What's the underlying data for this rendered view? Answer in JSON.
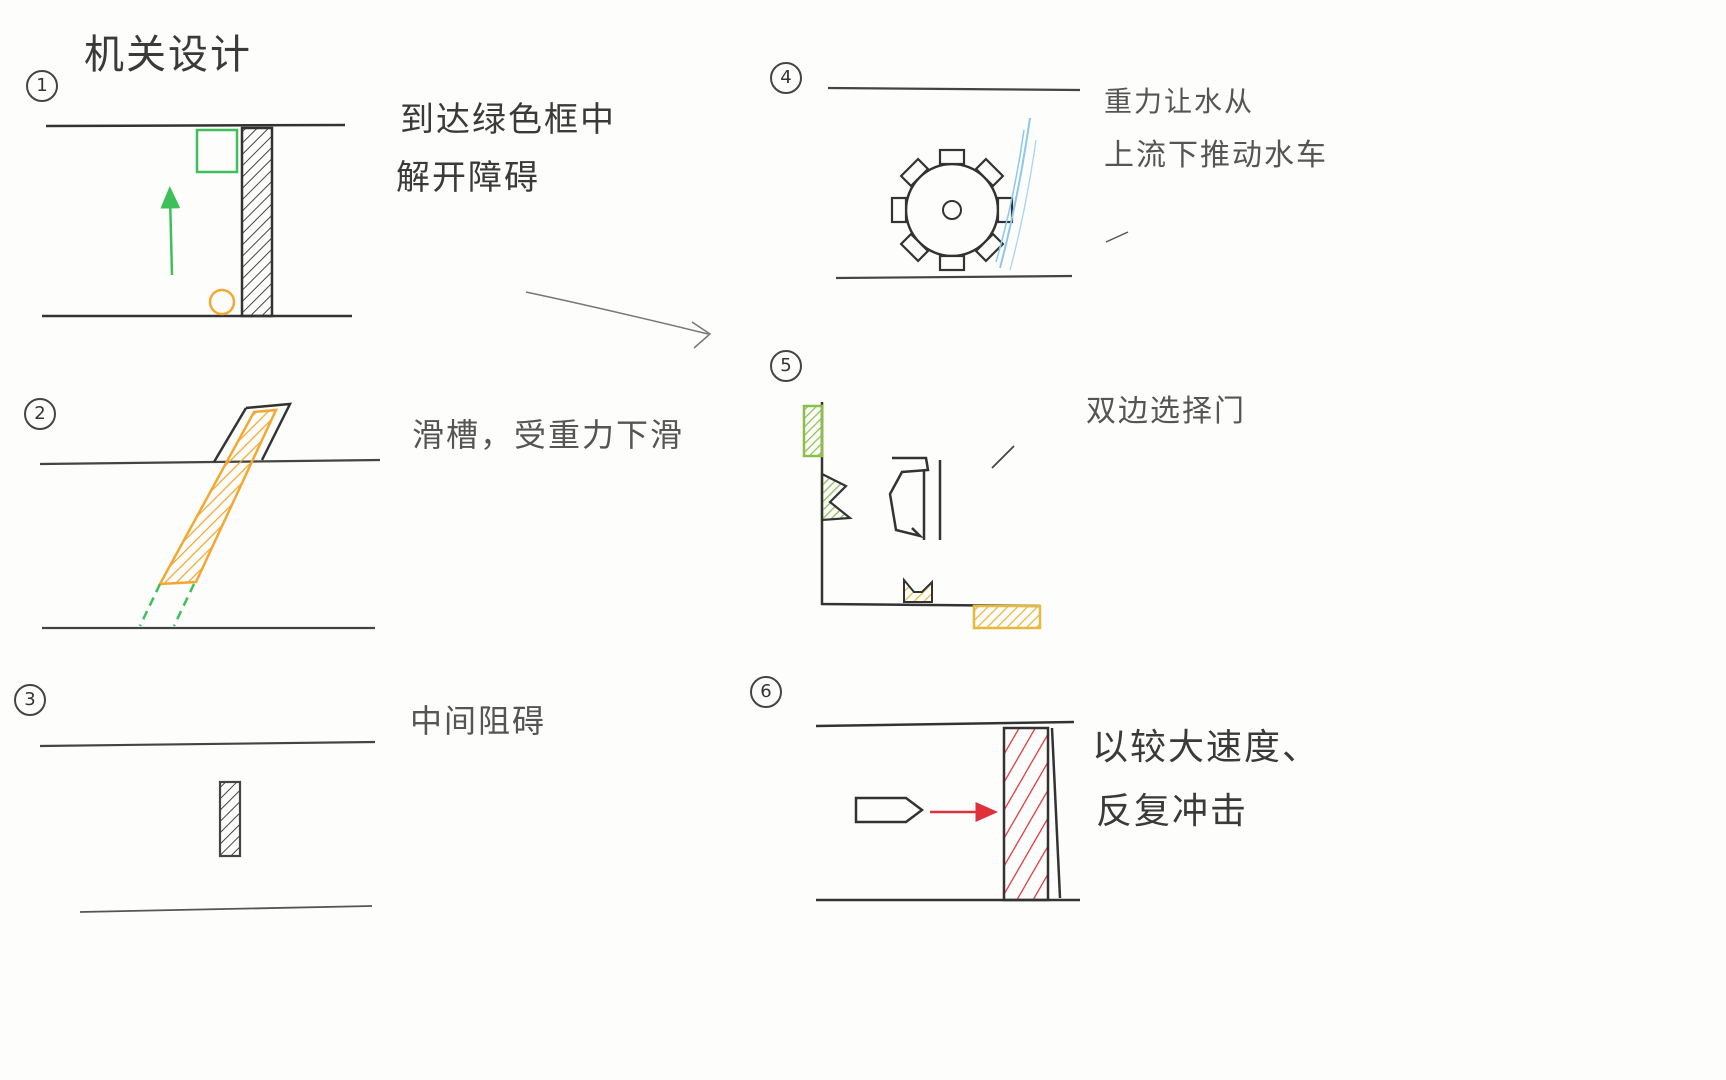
{
  "title": "机关设计",
  "mechanisms": [
    {
      "number": "1",
      "lines": [
        "到达绿色框中",
        "解开障碍"
      ]
    },
    {
      "number": "2",
      "lines": [
        "滑槽，受重力下滑"
      ]
    },
    {
      "number": "3",
      "lines": [
        "中间阻碍"
      ]
    },
    {
      "number": "4",
      "lines": [
        "重力让水从",
        "上流下推动水车"
      ]
    },
    {
      "number": "5",
      "lines": [
        "双边选择门"
      ]
    },
    {
      "number": "6",
      "lines": [
        "以较大速度、",
        "反复冲击"
      ]
    }
  ],
  "colors": {
    "ink": "#3a3a3a",
    "green": "#3fbf5a",
    "orange": "#f2a832",
    "yellow": "#e8c24a",
    "red": "#e0303c",
    "water": "#8ec8e8",
    "olive": "#8cbf4a"
  }
}
